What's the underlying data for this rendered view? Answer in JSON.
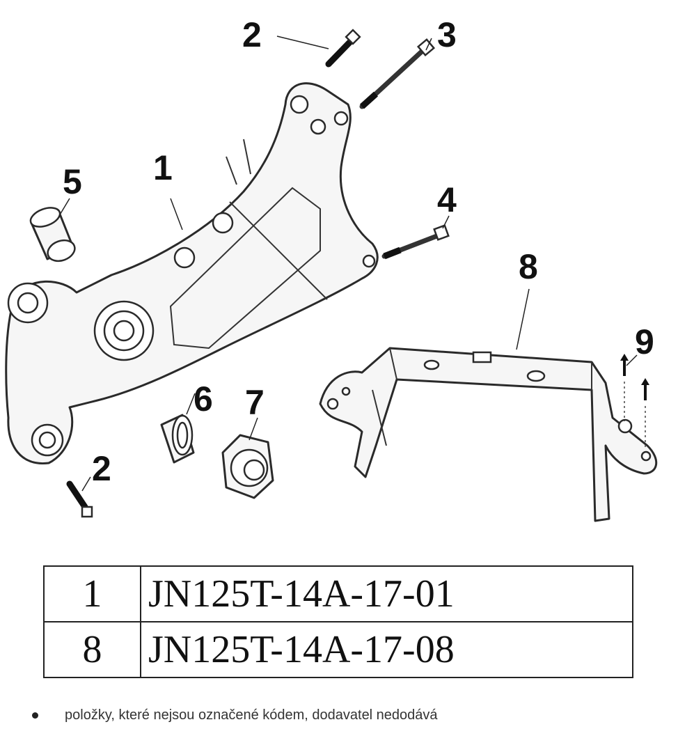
{
  "callouts": {
    "c1": "1",
    "c2a": "2",
    "c2b": "2",
    "c3": "3",
    "c4": "4",
    "c5": "5",
    "c6": "6",
    "c7": "7",
    "c8": "8",
    "c9": "9"
  },
  "table": {
    "rows": [
      {
        "num": "1",
        "code": "JN125T-14A-17-01"
      },
      {
        "num": "8",
        "code": "JN125T-14A-17-08"
      }
    ]
  },
  "footnote": {
    "text": "položky, které nejsou označené kódem, dodavatel nedodává"
  }
}
